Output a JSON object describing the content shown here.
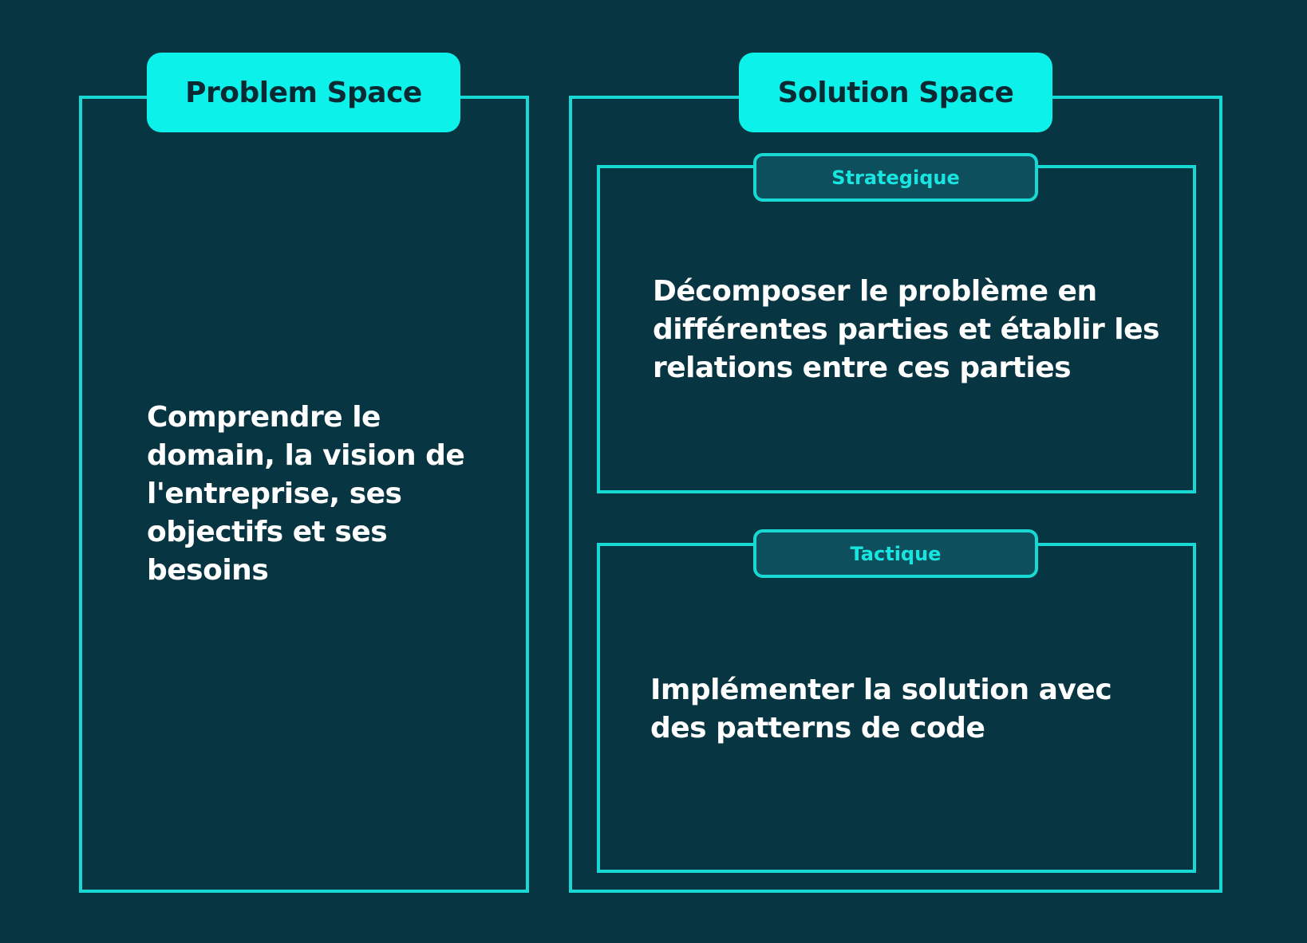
{
  "problem_space": {
    "title": "Problem Space",
    "description": "Comprendre le domain, la vision de l'entreprise, ses objectifs et ses besoins"
  },
  "solution_space": {
    "title": "Solution Space",
    "strategic": {
      "label": "Strategique",
      "description": "Décomposer le problème en différentes parties et établir les relations entre ces parties"
    },
    "tactical": {
      "label": "Tactique",
      "description": "Implémenter la solution avec des patterns de code"
    }
  },
  "colors": {
    "background": "#083542",
    "accent": "#0cf2ea",
    "border": "#18d8d4",
    "sub_tab_fill": "#0e4f5e",
    "text": "#ffffff"
  }
}
